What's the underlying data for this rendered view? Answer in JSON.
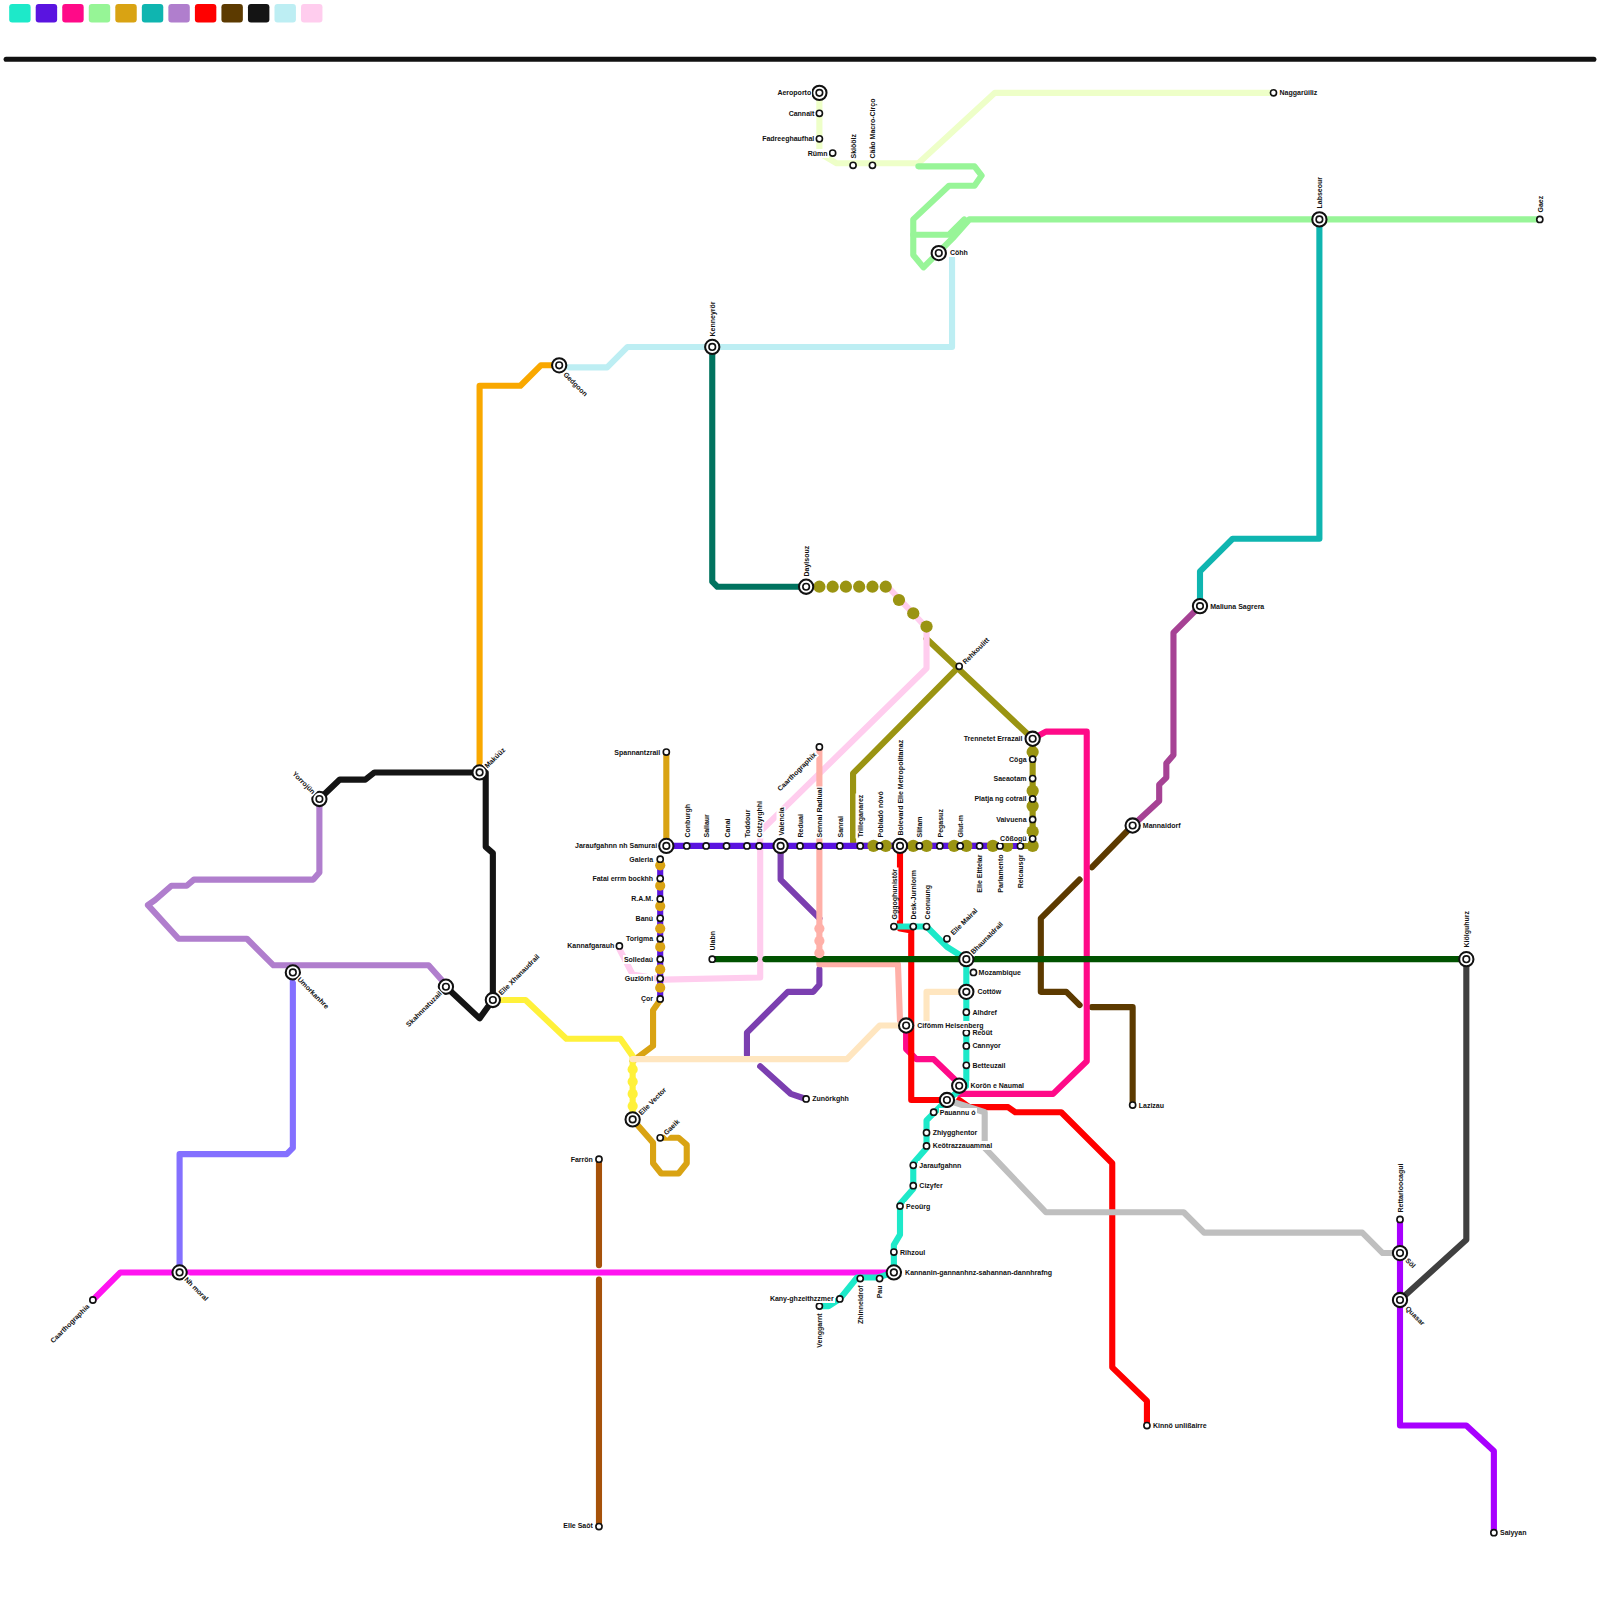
{
  "diagram": {
    "labels": [
      "Aeroporto",
      "Cannaït",
      "Fadreeghaufhal",
      "Rümn",
      "Skiöölz",
      "Cäåo Macro-Cirço",
      "Naggarüiliz",
      "Cöhh",
      "Labseour",
      "Gaez",
      "Gedgoon",
      "Kenneyrör",
      "Daylsouz",
      "Rehkoulitt",
      "Maliuna Sagrera",
      "Mannaidorf",
      "Trennetet Errazail",
      "Cöga",
      "Saeaotam",
      "Platja ng cotrail",
      "Vaivuena",
      "Cõßogü",
      "Elle Elttelar",
      "Parlamento",
      "Reicausgr",
      "Spannantzrail",
      "Jaraufgahnn nh Samurai",
      "Conburgh",
      "Sallaur",
      "Canai",
      "Toddour",
      "Cotzyrghhi",
      "Valencia",
      "Reduai",
      "Sennai Radlual",
      "Caarthographix",
      "Sanrai",
      "Trilleganarez",
      "Pobladó nóvó",
      "Bolevard Elle Metropolitanaz",
      "Slitam",
      "Pegasuz",
      "Glut-m",
      "Galeria",
      "Fatai errm bockhh",
      "R.A.M.",
      "Banú",
      "Torigma",
      "Solledaú",
      "Guzlörhi",
      "Çor",
      "Kannafgarauh",
      "Ulabn",
      "Gggoghunistör",
      "Desk-Jurnlorm",
      "Ceonuung",
      "Elle Mairal",
      "Bhaunaldrail",
      "Mozambique",
      "Cottöw",
      "Alhdref",
      "Reöüt",
      "Cannyor",
      "Betteuzail",
      "Korön e Naumal",
      "Cifömm Heisenberg",
      "Pauannu ó",
      "Zhiygghentor",
      "Keötrazzauammal",
      "Jaraufgahnn",
      "Cizyfer",
      "Peoürg",
      "Rihzoul",
      "Kannanin-gannanhnz-sahannan-dannhrafng",
      "Kany-ghzeithzzmer",
      "Venggarnt",
      "Zhinneldrof",
      "Pau",
      "Zunörkghh",
      "Elle Xhanaudrail",
      "Skahnnatuzail",
      "Makúüz",
      "Yorrojün",
      "Umorkanhre",
      "Elle Vector",
      "Gaeik",
      "Farrön",
      "Elle Saôt",
      "Nh moral",
      "Caarthographia",
      "Lazizau",
      "Kinnö unlißairre",
      "Kiölguhurz",
      "Rettarloocagui",
      "Söl",
      "Quasar",
      "Saiyyan"
    ]
  }
}
